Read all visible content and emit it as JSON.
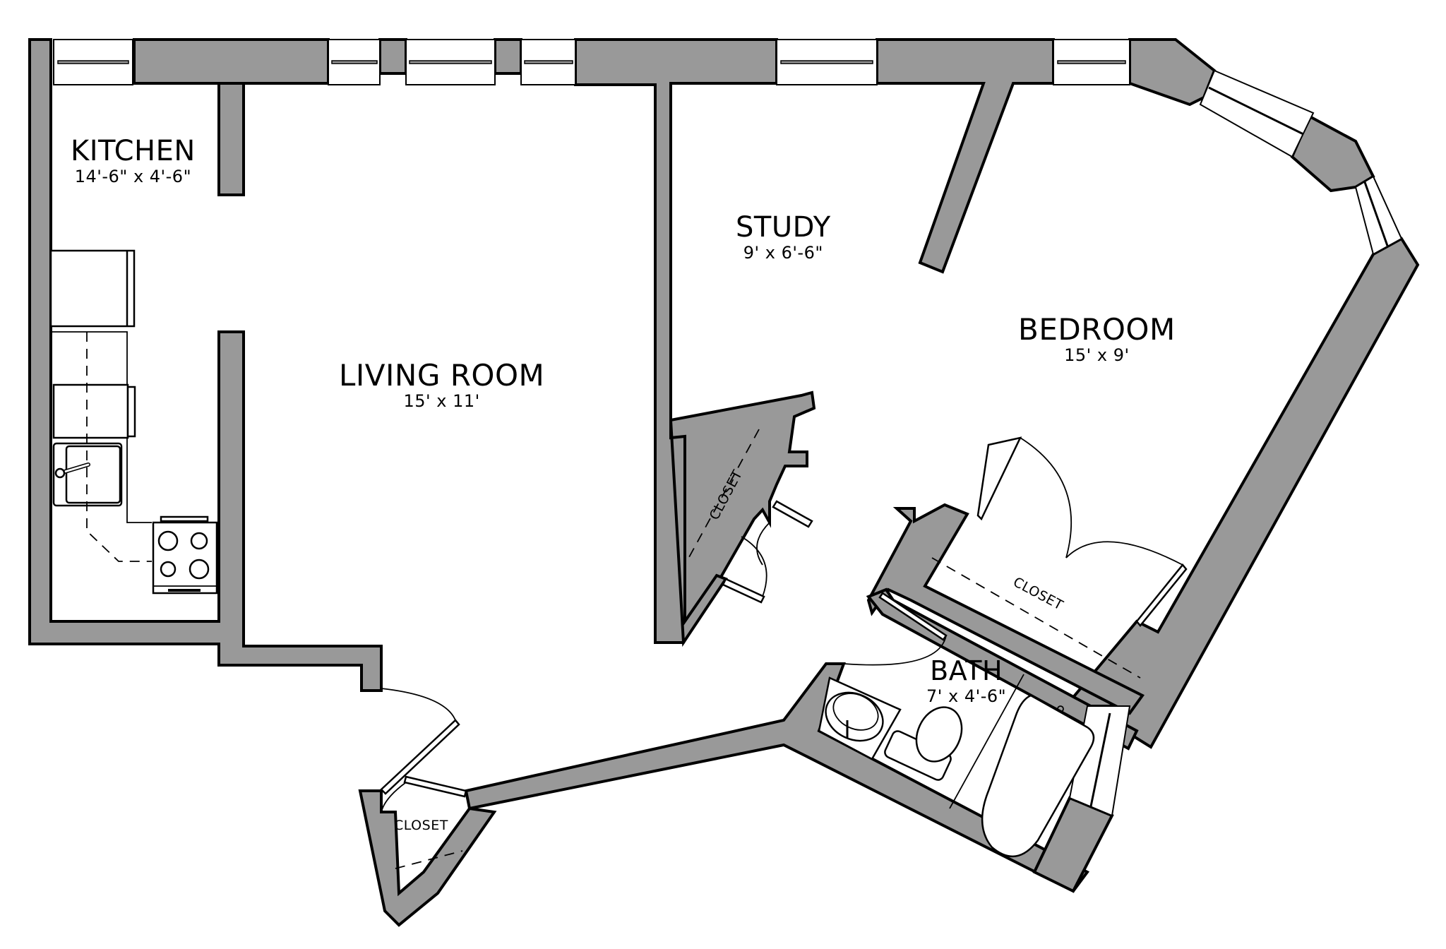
{
  "plan": {
    "wall_color": "#999999",
    "line_color": "#000000",
    "background": "#ffffff",
    "rooms": [
      {
        "name": "KITCHEN",
        "dimensions": "14'-6\" x 4'-6\""
      },
      {
        "name": "LIVING ROOM",
        "dimensions": "15' x 11'"
      },
      {
        "name": "STUDY",
        "dimensions": "9' x 6'-6\""
      },
      {
        "name": "BEDROOM",
        "dimensions": "15' x 9'"
      },
      {
        "name": "BATH",
        "dimensions": "7' x 4'-6\""
      }
    ],
    "closets": [
      {
        "label": "CLOSET",
        "location": "study"
      },
      {
        "label": "CLOSET",
        "location": "bedroom"
      },
      {
        "label": "CLOSET",
        "location": "entry"
      }
    ],
    "fixtures": [
      "refrigerator",
      "dishwasher",
      "sink",
      "range",
      "bath-sink",
      "toilet",
      "bathtub"
    ]
  }
}
